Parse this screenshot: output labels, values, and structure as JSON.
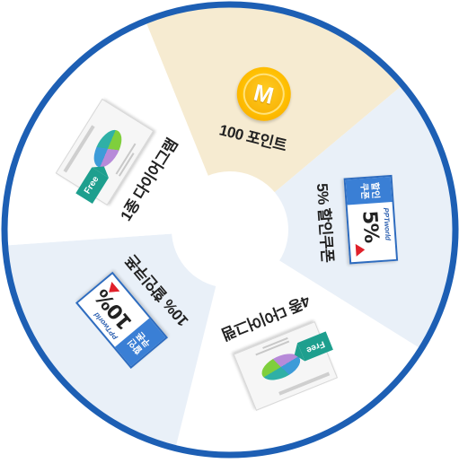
{
  "wheel": {
    "ring_color": "#1d5fb4",
    "segment_colors": [
      "#f6ebd1",
      "#e9f0f8",
      "#ffffff",
      "#e9f0f8",
      "#ffffff"
    ]
  },
  "prizes": [
    {
      "label": "100 포인트",
      "type": "points",
      "icon": "coin-icon",
      "coin_letter": "M"
    },
    {
      "label": "5% 할인쿠폰",
      "type": "coupon",
      "coupon_side": "할인\n쿠폰",
      "coupon_brand": "PPTworld",
      "coupon_value": "5%"
    },
    {
      "label": "4종 다이어그램",
      "type": "template",
      "badge": "Free"
    },
    {
      "label": "10% 할인쿠폰",
      "type": "coupon",
      "coupon_side": "할인\n쿠폰",
      "coupon_brand": "PPTworld",
      "coupon_value": "10%"
    },
    {
      "label": "1종 다이어그램",
      "type": "template",
      "badge": "Free"
    }
  ]
}
